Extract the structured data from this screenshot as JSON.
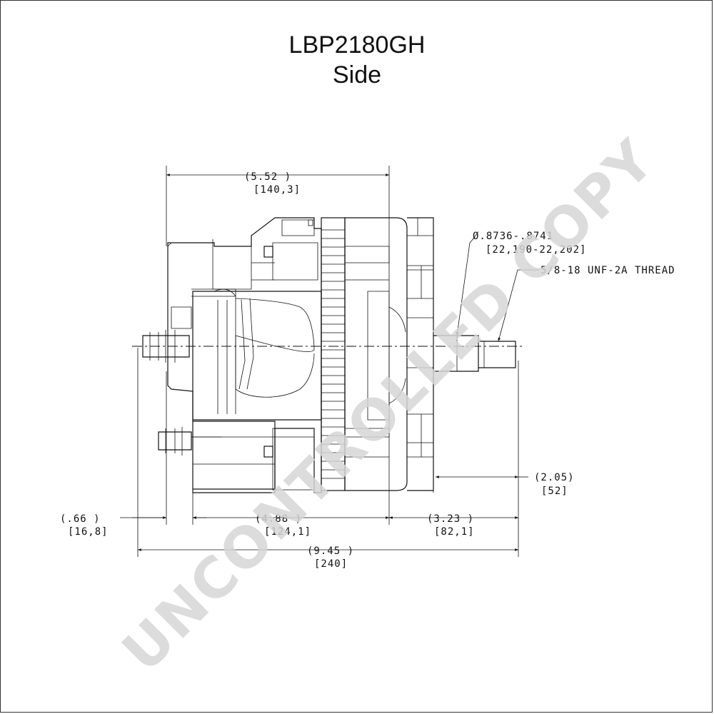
{
  "header": {
    "part_number": "LBP2180GH",
    "view": "Side"
  },
  "watermark": {
    "text": "UNCONTROLLED COPY",
    "color": "#d6d6d6"
  },
  "dimensions": {
    "top_overall": {
      "inch": "(5.52   )",
      "mm": "[140,3]"
    },
    "shaft_diameter": {
      "inch": "Ø.8736-.8741",
      "mm": "[22,190-22,202]"
    },
    "thread": "5/8-18 UNF-2A THREAD",
    "shaft_length": {
      "inch": "(2.05)",
      "mm": "[52]"
    },
    "rear_terminal": {
      "inch": "(.66    )",
      "mm": "[16,8]"
    },
    "body": {
      "inch": "(4.88    )",
      "mm": "[124,1]"
    },
    "front": {
      "inch": "(3.23    )",
      "mm": "[82,1]"
    },
    "overall": {
      "inch": "(9.45 )",
      "mm": "[240]"
    }
  }
}
